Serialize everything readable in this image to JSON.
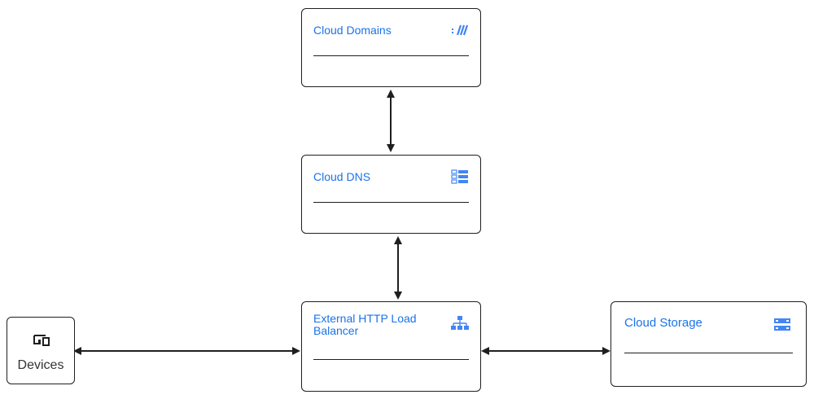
{
  "nodes": {
    "cloud_domains": {
      "title": "Cloud Domains",
      "icon": "cloud-domains-icon"
    },
    "cloud_dns": {
      "title": "Cloud DNS",
      "icon": "cloud-dns-icon"
    },
    "load_balancer": {
      "title": "External HTTP Load Balancer",
      "icon": "load-balancer-icon"
    },
    "cloud_storage": {
      "title": "Cloud Storage",
      "icon": "cloud-storage-icon"
    },
    "devices": {
      "title": "Devices",
      "icon": "devices-icon"
    }
  },
  "edges": [
    {
      "from": "Cloud Domains",
      "to": "Cloud DNS",
      "direction": "both"
    },
    {
      "from": "Cloud DNS",
      "to": "External HTTP Load Balancer",
      "direction": "both"
    },
    {
      "from": "Devices",
      "to": "External HTTP Load Balancer",
      "direction": "both"
    },
    {
      "from": "External HTTP Load Balancer",
      "to": "Cloud Storage",
      "direction": "both"
    }
  ],
  "colors": {
    "title_text": "#1a73e8",
    "icon": "#4285f4",
    "border": "#1f1f1f",
    "arrow": "#1f1f1f"
  }
}
